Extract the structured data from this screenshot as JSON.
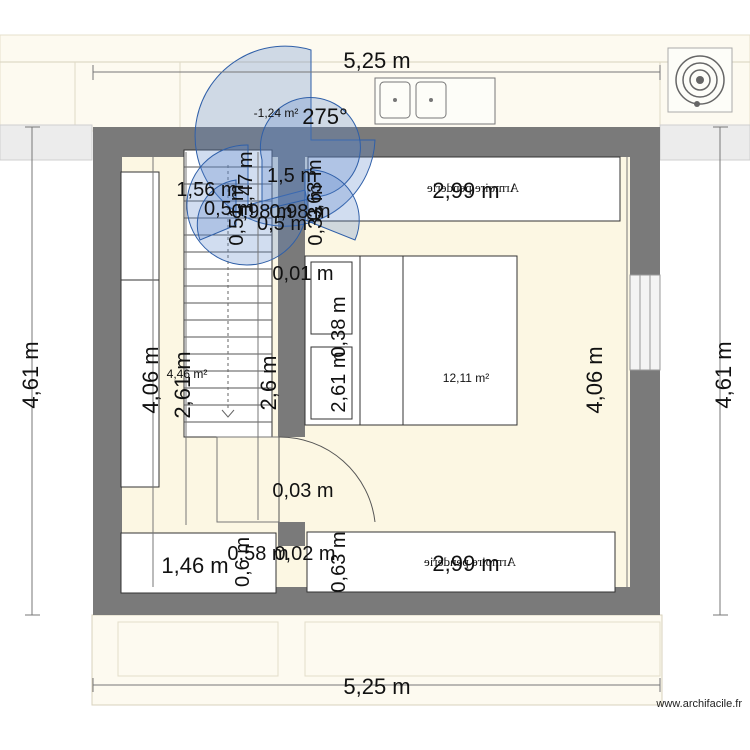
{
  "plan": {
    "dimensions": {
      "top_width": "5,25 m",
      "bottom_width": "5,25 m",
      "left_height": "4,61 m",
      "right_height": "4,61 m",
      "inner_right_height": "4,06 m",
      "inner_left_height": "4,06 m",
      "stair_depth_a": "2,61 m",
      "stair_depth_b": "2,6 m",
      "wardrobe_top_len": "2,99 m",
      "wardrobe_bottom_len": "2,99 m",
      "wall_gap_a": "0,01 m",
      "wall_gap_b": "0,03 m",
      "bottom_small_a": "0,58 m",
      "bottom_small_b": "0,02 m",
      "bottom_depth_left": "0,6 m",
      "bottom_depth_right": "0,63 m",
      "left_closet_len": "1,46 m",
      "stair_width": "1,56 m",
      "nightstand_a": "0,38 m",
      "nightstand_b": "2,61 m",
      "wardrobe_depth": "0,63 m",
      "overlap_1": "1,5 m",
      "overlap_2": "0,98 m",
      "overlap_3": "0,5 m",
      "overlap_4": "1,47 m",
      "overlap_5": "0,51 m",
      "overlap_6": "0,5 m",
      "overlap_7": "0,98 m",
      "overlap_8": "0,33 m"
    },
    "areas": {
      "bedroom": "12,11 m²",
      "stair_room": "4,46 m²",
      "small": "-1,24 m²",
      "angle": "275°"
    },
    "furniture": {
      "wardrobe_top": "Armoire penderie",
      "wardrobe_bottom": "Armoire penderie"
    },
    "watermark": "www.archifacile.fr"
  },
  "colors": {
    "wall": "#7a7a7a",
    "floor": "#fcf7e3",
    "outline": "#bdbdbd",
    "arc_fill": "#5b86c9",
    "arc_stroke": "#2f5fa8"
  },
  "icons": {
    "sink": "sink-icon",
    "stove": "stove-burner-icon"
  }
}
